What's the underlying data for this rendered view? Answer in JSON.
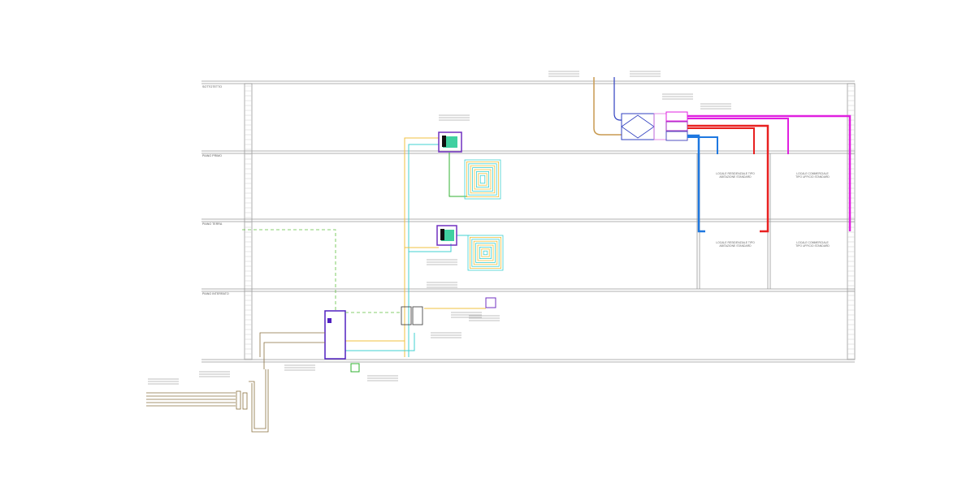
{
  "floors": [
    {
      "label": "SOTTOTETTO"
    },
    {
      "label": "PIANO PRIMO"
    },
    {
      "label": "PIANO TERRA"
    },
    {
      "label": "PIANO INTERRATO"
    }
  ],
  "rooms": [
    {
      "line1": "LOCALE RESIDENZIALE TIPO",
      "line2": "ABITAZIONE STANDARD"
    },
    {
      "line1": "LOCALE COMMERCIALE",
      "line2": "TIPO UFFICIO STANDARD"
    },
    {
      "line1": "LOCALE RESIDENZIALE TIPO",
      "line2": "ABITAZIONE STANDARD"
    },
    {
      "line1": "LOCALE COMMERCIALE",
      "line2": "TIPO UFFICIO STANDARD"
    }
  ],
  "colors": {
    "supply_hot": "#e82020",
    "supply_cold": "#1e78e0",
    "exhaust": "#e020e0",
    "heating_flow": "#f0c040",
    "heating_return": "#40d0d0",
    "equipment": "#5020c0",
    "geothermal": "#8a7040",
    "dashed": "#60c040"
  }
}
